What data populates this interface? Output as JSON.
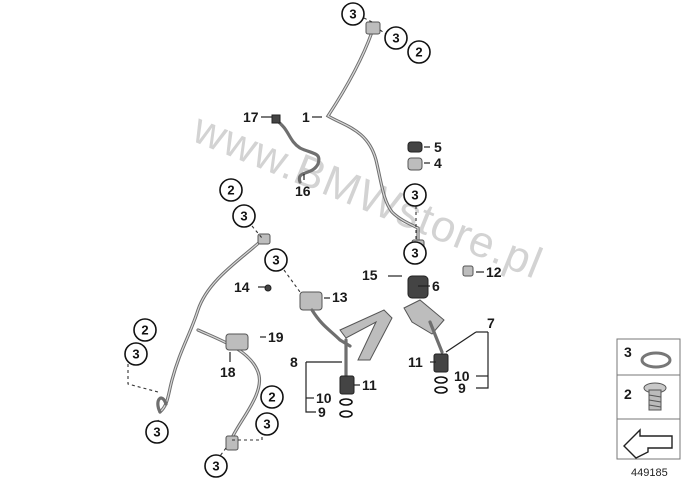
{
  "watermark": "www.BMWstore.pl",
  "figure_number": "449185",
  "labels": {
    "p1": "1",
    "p2_top": "2",
    "p3_top_a": "3",
    "p3_top_b": "3",
    "p4": "4",
    "p5": "5",
    "p3_mid_a": "3",
    "p3_mid_b": "3",
    "p6": "6",
    "p7": "7",
    "p8": "8",
    "p9_left": "9",
    "p9_right": "9",
    "p10_left": "10",
    "p10_right": "10",
    "p11_left": "11",
    "p11_right": "11",
    "p12": "12",
    "p13": "13",
    "p14": "14",
    "p15": "15",
    "p16": "16",
    "p17": "17",
    "p18": "18",
    "p19": "19",
    "p2_left_top": "2",
    "p3_left_top": "3",
    "p3_center": "3",
    "p2_left": "2",
    "p3_left": "3",
    "p3_bottom_left": "3",
    "p2_bottom": "2",
    "p3_bottom_right": "3",
    "p3_bottom": "3"
  },
  "legend": [
    {
      "number": "3",
      "icon": "washer-icon"
    },
    {
      "number": "2",
      "icon": "banjo-bolt-icon"
    },
    {
      "number": "",
      "icon": "arrow-icon"
    }
  ]
}
